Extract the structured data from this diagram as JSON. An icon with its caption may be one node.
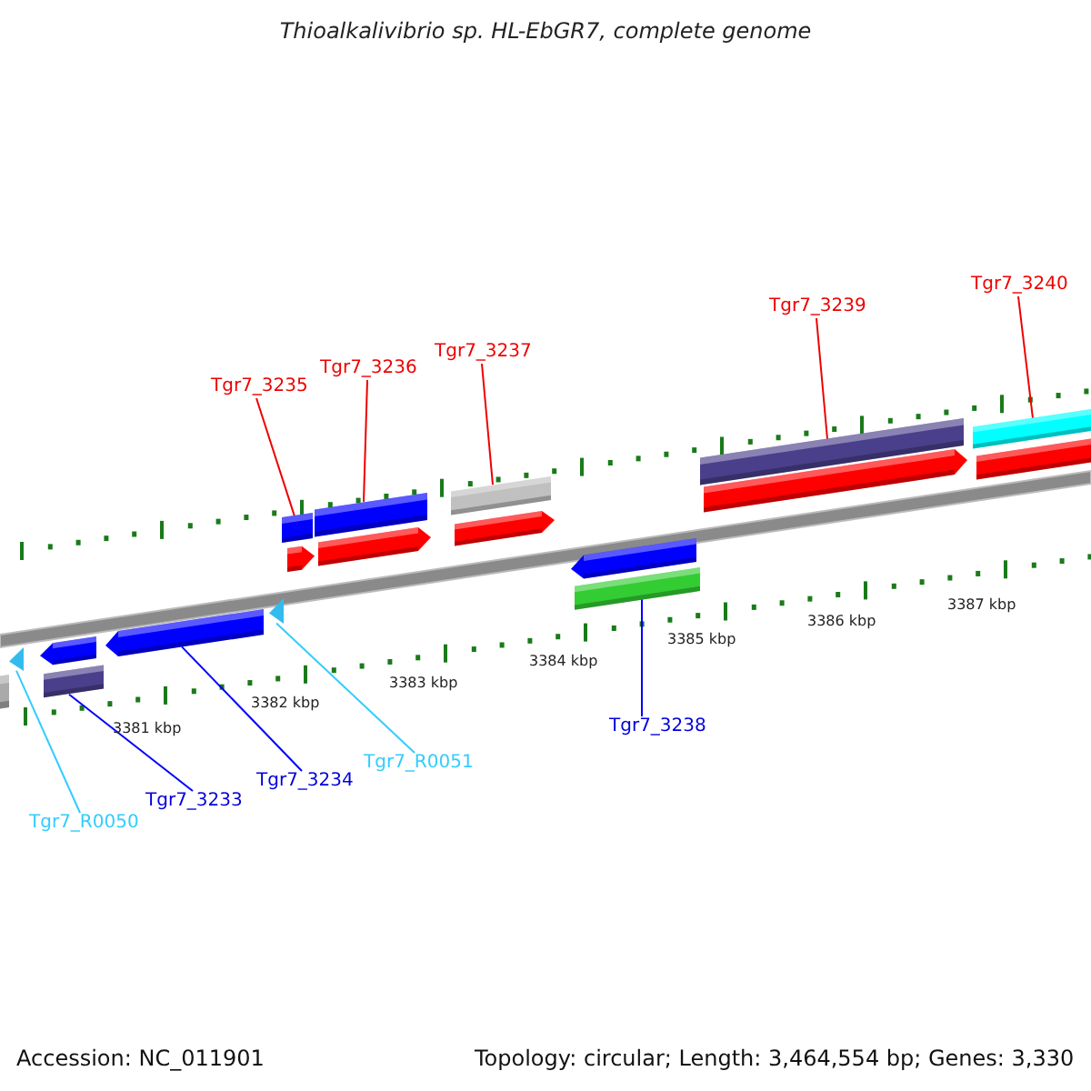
{
  "diagram": {
    "title": "Thioalkalivibrio sp. HL-EbGR7, complete genome",
    "nodes": [
      {
        "text": [
          "Tgr7_3235"
        ]
      },
      {
        "text": [
          "Tgr7_3236"
        ]
      },
      {
        "text": [
          "Tgr7_3237"
        ]
      },
      {
        "text": [
          "Tgr7_3239"
        ]
      },
      {
        "text": [
          "Tgr7_3240"
        ]
      },
      {
        "text": [
          "Tgr7_3238"
        ]
      },
      {
        "text": [
          "Tgr7_R0051"
        ]
      },
      {
        "text": [
          "Tgr7_3234"
        ]
      },
      {
        "text": [
          "Tgr7_3233"
        ]
      },
      {
        "text": [
          "Tgr7_R0050"
        ]
      },
      {
        "text": [],
        "shape": "bar"
      },
      {
        "text": [],
        "shape": "bar"
      },
      {
        "text": [],
        "shape": "bar"
      },
      {
        "text": [],
        "shape": "bar"
      },
      {
        "text": [],
        "shape": "bar"
      },
      {
        "text": [],
        "shape": "bar"
      },
      {
        "text": [],
        "shape": "bar"
      },
      {
        "text": [],
        "shape": "bar"
      },
      {
        "text": [],
        "shape": "bar"
      },
      {
        "text": [],
        "shape": "bar"
      },
      {
        "text": [],
        "shape": "bar"
      }
    ],
    "edges": [
      {
        "from": 0,
        "to": 15,
        "arrow": "none"
      },
      {
        "from": 1,
        "to": 16,
        "arrow": "none"
      },
      {
        "from": 2,
        "to": 17,
        "arrow": "none"
      },
      {
        "from": 3,
        "to": 19,
        "arrow": "none"
      },
      {
        "from": 4,
        "to": 20,
        "arrow": "none"
      },
      {
        "from": 5,
        "to": 18,
        "arrow": "none",
        "color": "#0000ff"
      },
      {
        "from": 6,
        "to": 14,
        "arrow": "none",
        "color": "#33ccff"
      },
      {
        "from": 7,
        "to": 13,
        "arrow": "none",
        "color": "#0000ff"
      },
      {
        "from": 8,
        "to": 12,
        "arrow": "none",
        "color": "#0000ff"
      },
      {
        "from": 9,
        "to": 11,
        "arrow": "none",
        "color": "#33ccff"
      }
    ],
    "labels": [
      "3381 kbp",
      "3382 kbp",
      "3383 kbp",
      "3384 kbp",
      "3385 kbp",
      "3386 kbp",
      "3387 kbp",
      "Accession: NC_011901",
      "Topology: circular; Length: 3,464,554 bp; Genes: 3,330"
    ]
  }
}
